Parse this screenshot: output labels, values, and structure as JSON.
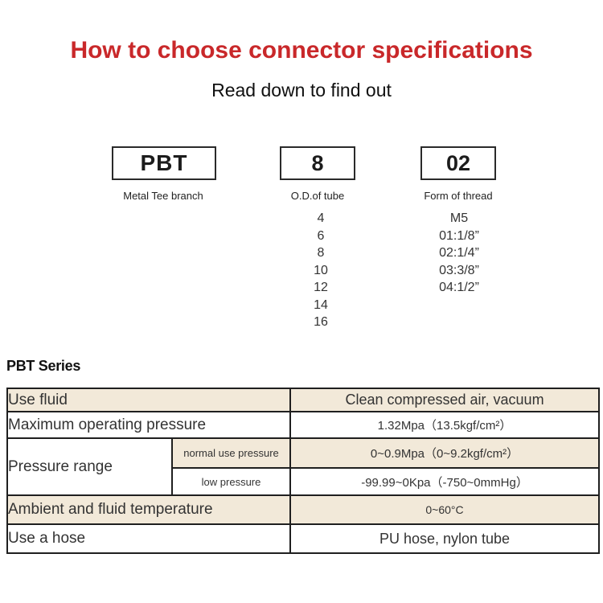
{
  "header": {
    "title": "How to choose connector specifications",
    "subtitle": "Read down to find out"
  },
  "code_boxes": [
    {
      "code": "PBT",
      "label": "Metal Tee branch",
      "options": []
    },
    {
      "code": "8",
      "label": "O.D.of tube",
      "options": [
        "4",
        "6",
        "8",
        "10",
        "12",
        "14",
        "16"
      ]
    },
    {
      "code": "02",
      "label": "Form of thread",
      "options": [
        "M5",
        "01:1/8”",
        "02:1/4”",
        "03:3/8”",
        "04:1/2”"
      ]
    }
  ],
  "series": {
    "heading": "PBT Series",
    "table": {
      "rows": [
        {
          "label": "Use fluid",
          "value": "Clean compressed air, vacuum"
        },
        {
          "label": "Maximum operating pressure",
          "value": "1.32Mpa（13.5kgf/cm²）"
        },
        {
          "label": "Pressure range",
          "sub_rows": [
            {
              "sub_label": "normal use pressure",
              "value": "0~0.9Mpa（0~9.2kgf/cm²）"
            },
            {
              "sub_label": "low pressure",
              "value": "-99.99~0Kpa（-750~0mmHg）"
            }
          ]
        },
        {
          "label": "Ambient and fluid temperature",
          "value": "0~60°C"
        },
        {
          "label": "Use a hose",
          "value": "PU hose, nylon tube"
        }
      ]
    }
  },
  "colors": {
    "title_red": "#c9282a",
    "table_beige": "#f2e9d9",
    "border_dark": "#1f1f1f"
  }
}
